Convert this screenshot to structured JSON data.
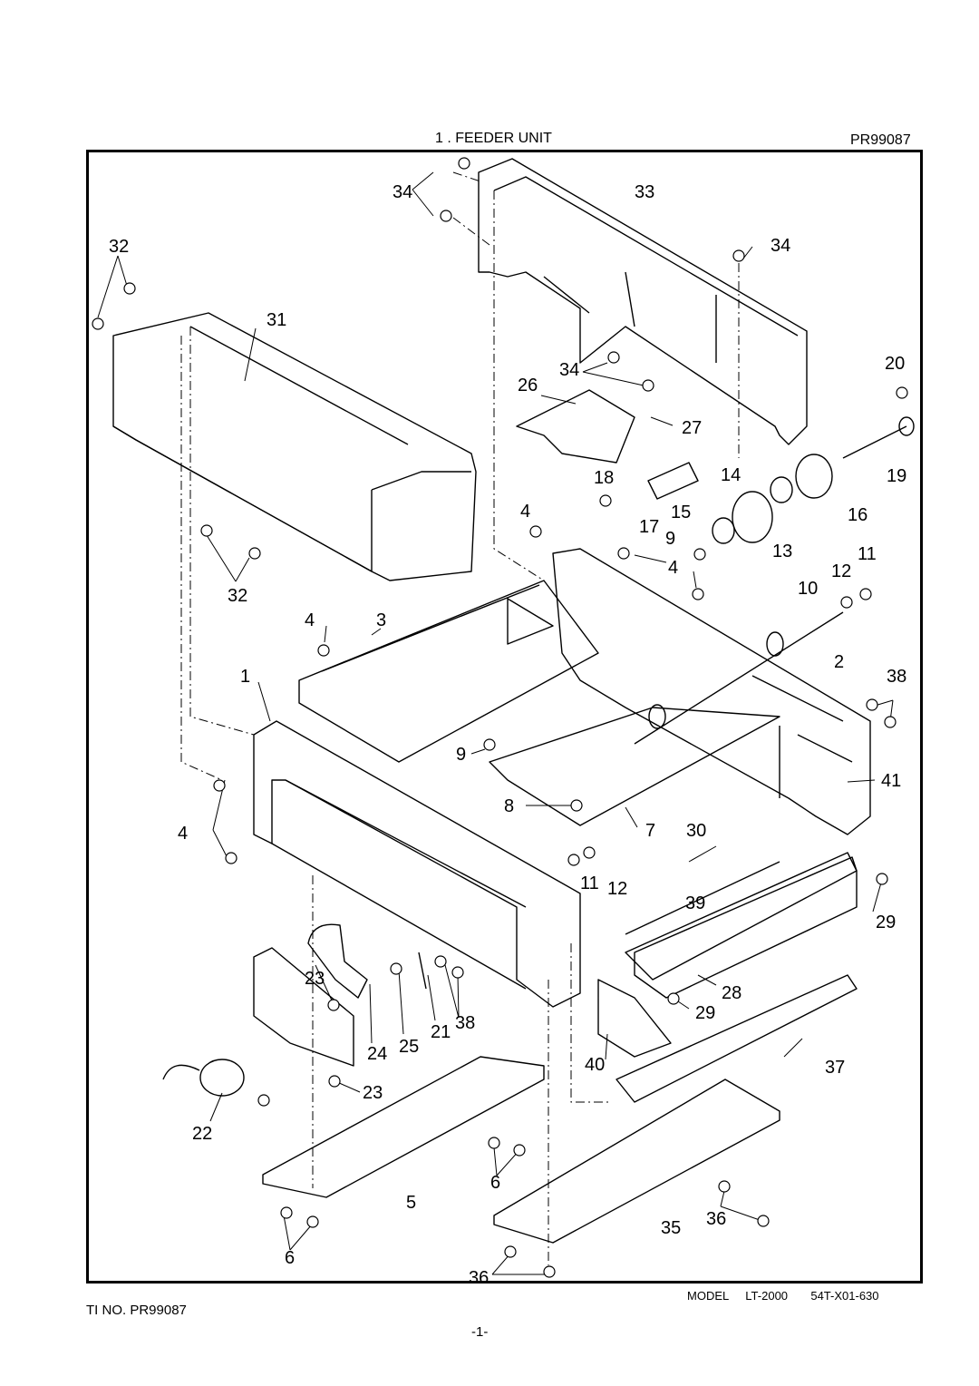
{
  "header": {
    "title": "1 . FEEDER UNIT",
    "code": "PR99087"
  },
  "callouts": {
    "c1": "1",
    "c2": "2",
    "c3": "3",
    "c4a": "4",
    "c4b": "4",
    "c4c": "4",
    "c4d": "4",
    "c5": "5",
    "c6a": "6",
    "c6b": "6",
    "c7": "7",
    "c8": "8",
    "c9a": "9",
    "c9b": "9",
    "c10": "10",
    "c11a": "11",
    "c11b": "11",
    "c12a": "12",
    "c12b": "12",
    "c13": "13",
    "c14": "14",
    "c15": "15",
    "c16": "16",
    "c17": "17",
    "c18": "18",
    "c19": "19",
    "c20": "20",
    "c21": "21",
    "c22": "22",
    "c23a": "23",
    "c23b": "23",
    "c24": "24",
    "c25": "25",
    "c26": "26",
    "c27": "27",
    "c28": "28",
    "c29a": "29",
    "c29b": "29",
    "c30": "30",
    "c31": "31",
    "c32a": "32",
    "c32b": "32",
    "c33": "33",
    "c34a": "34",
    "c34b": "34",
    "c34c": "34",
    "c35": "35",
    "c36a": "36",
    "c36b": "36",
    "c37": "37",
    "c38a": "38",
    "c38b": "38",
    "c39": "39",
    "c40": "40",
    "c41": "41"
  },
  "footer": {
    "model_label": "MODEL",
    "model": "LT-2000",
    "doc_no": "54T-X01-630",
    "ti_no": "TI NO. PR99087",
    "page": "-1-"
  }
}
